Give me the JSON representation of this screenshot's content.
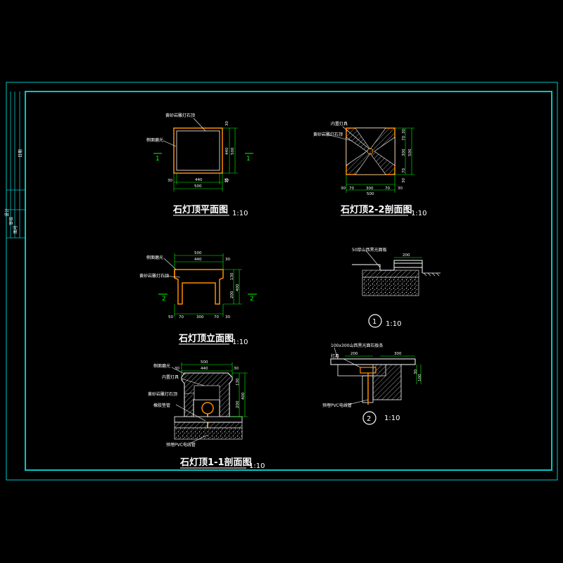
{
  "colors": {
    "background": "#000000",
    "border": "#00c8c8",
    "outline": "#ffffff",
    "stone": "#ff8c00",
    "hatch": "#b0b0b0",
    "dimension": "#00ff00",
    "section_mark": "#00ff00"
  },
  "views": {
    "plan": {
      "title": "石灯顶平面图",
      "scale": "1:10",
      "notes": [
        "黄砂岩雕灯石顶",
        "侧面磨光"
      ],
      "dims_h": [
        "30",
        "440",
        "30",
        "500"
      ],
      "dims_v": [
        "30",
        "440",
        "30",
        "500"
      ],
      "section_marks": [
        "1",
        "1"
      ]
    },
    "section22": {
      "title": "石灯顶2-2剖面图",
      "scale": "1:10",
      "notes": [
        "内置灯具",
        "黄砂岩雕灯石顶"
      ],
      "dims_h": [
        "30",
        "70",
        "300",
        "70",
        "30",
        "500"
      ],
      "dims_v": [
        "30",
        "70",
        "300",
        "70",
        "30",
        "500"
      ]
    },
    "elevation": {
      "title": "石灯顶立面图",
      "scale": "1:10",
      "notes": [
        "侧面磨光",
        "黄砂岩雕灯石顶"
      ],
      "dims_h_top": [
        "500",
        "440",
        "30"
      ],
      "dims_h_bottom": [
        "50",
        "70",
        "300",
        "70",
        "30"
      ],
      "dims_v": [
        "130",
        "200",
        "400"
      ],
      "section_marks": [
        "2",
        "2"
      ]
    },
    "section11": {
      "title": "石灯顶1-1剖面图",
      "scale": "1:10",
      "notes": [
        "侧面磨光",
        "内置灯具",
        "黄砂岩雕灯石顶",
        "橡胶垫管",
        "预埋PVC电线管"
      ],
      "dims_h_top": [
        "500",
        "440",
        "30",
        "30"
      ],
      "dims_v": [
        "130",
        "200",
        "400"
      ]
    },
    "detail1": {
      "number": "1",
      "scale": "1:10",
      "notes": [
        "50厚山西黑光面板"
      ],
      "dims": [
        "200"
      ]
    },
    "detail2": {
      "number": "2",
      "scale": "1:10",
      "notes": [
        "100x300山西黑光面石板条",
        "灯具",
        "预埋PVC电线管"
      ],
      "dims": [
        "200",
        "300",
        "30",
        "100"
      ]
    }
  },
  "title_block": {
    "labels": [
      "设计",
      "审核",
      "图号",
      "日期"
    ]
  }
}
